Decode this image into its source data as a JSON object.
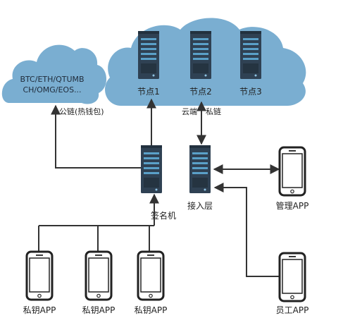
{
  "colors": {
    "cloud": "#7aaed1",
    "server_body": "#2f4153",
    "server_stripe": "#5aa0c8",
    "phone_outline": "#222222",
    "line": "#333333"
  },
  "clouds": {
    "public_chain_text_line1": "BTC/ETH/QTUMB",
    "public_chain_text_line2": "CH/OMG/EOS..."
  },
  "nodes": [
    {
      "label": "节点1",
      "icon": "server-icon"
    },
    {
      "label": "节点2",
      "icon": "server-icon"
    },
    {
      "label": "节点3",
      "icon": "server-icon"
    }
  ],
  "servers": {
    "signer_label": "签名机",
    "access_label": "接入层"
  },
  "edge_labels": {
    "public_chain": "公链(热钱包)",
    "cloud_side": "云端",
    "private_chain": "私链"
  },
  "apps": {
    "key_apps": [
      "私钥APP",
      "私钥APP",
      "私钥APP"
    ],
    "manage_app": "管理APP",
    "staff_app": "员工APP"
  }
}
